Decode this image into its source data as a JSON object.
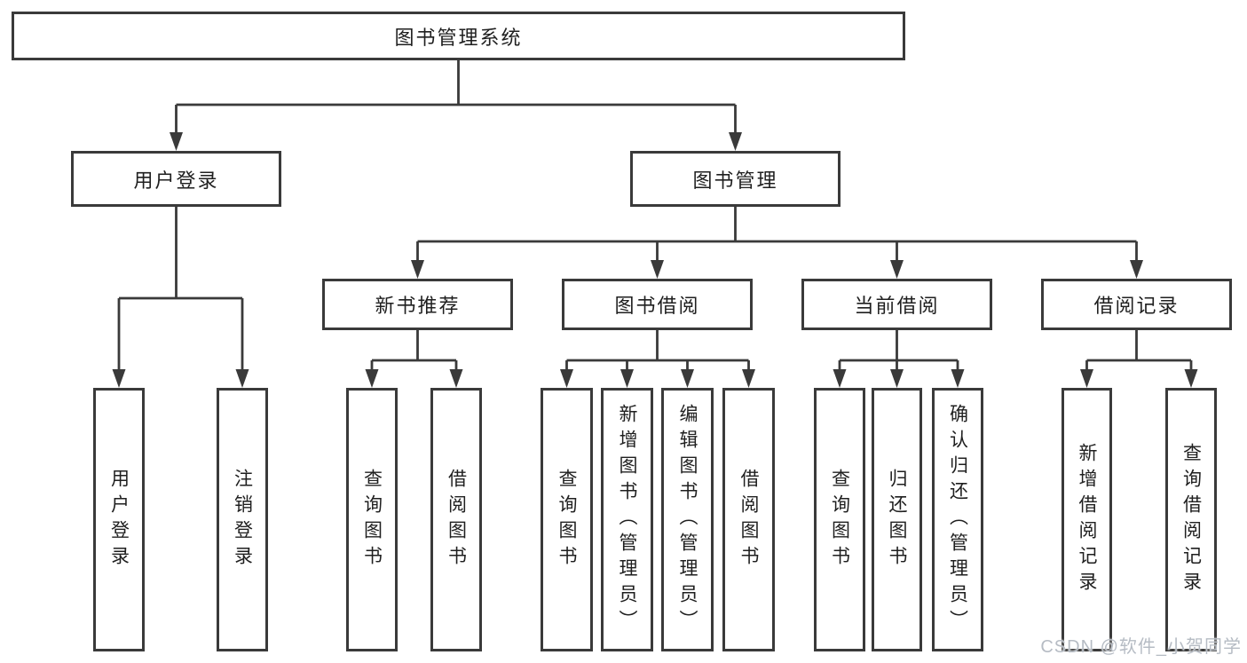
{
  "tree": {
    "root": {
      "label": "图书管理系统"
    },
    "children": [
      {
        "label": "用户登录",
        "children": [
          {
            "label": "用户登录"
          },
          {
            "label": "注销登录"
          }
        ]
      },
      {
        "label": "图书管理",
        "children": [
          {
            "label": "新书推荐",
            "children": [
              {
                "label": "查询图书"
              },
              {
                "label": "借阅图书"
              }
            ]
          },
          {
            "label": "图书借阅",
            "children": [
              {
                "label": "查询图书"
              },
              {
                "label": "新增图书（管理员）"
              },
              {
                "label": "编辑图书（管理员）"
              },
              {
                "label": "借阅图书"
              }
            ]
          },
          {
            "label": "当前借阅",
            "children": [
              {
                "label": "查询图书"
              },
              {
                "label": "归还图书"
              },
              {
                "label": "确认归还（管理员）"
              }
            ]
          },
          {
            "label": "借阅记录",
            "children": [
              {
                "label": "新增借阅记录"
              },
              {
                "label": "查询借阅记录"
              }
            ]
          }
        ]
      }
    ]
  },
  "watermark": {
    "text": "CSDN @软件_小贺同学",
    "color": "#b6bcc4"
  },
  "colors": {
    "line": "#3a3a3a",
    "box_border": "#3a3a3a",
    "text": "#1f1f1f",
    "background": "#ffffff"
  }
}
